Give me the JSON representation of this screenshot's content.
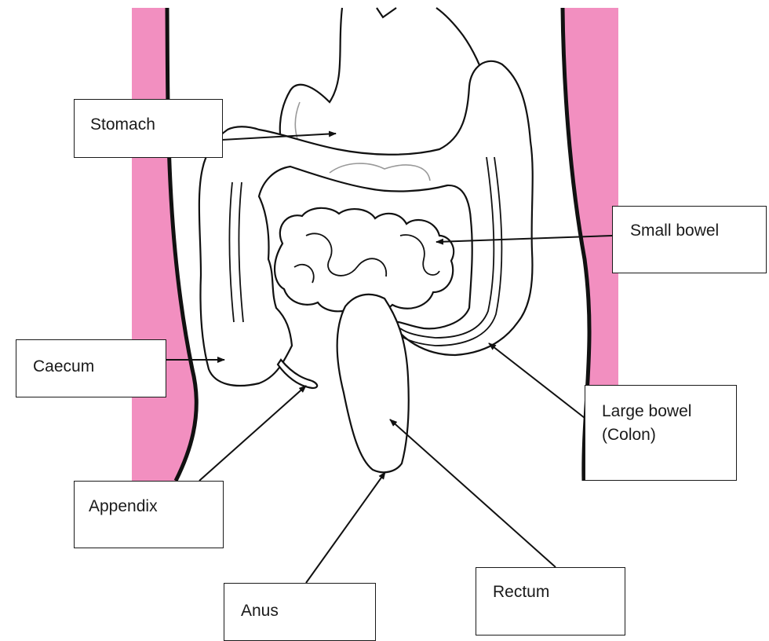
{
  "diagram": {
    "colors": {
      "skin": "#F28FC0",
      "outline": "#111111",
      "inner_line": "#999999"
    },
    "labels": {
      "stomach": "Stomach",
      "small_bowel": "Small bowel",
      "caecum": "Caecum",
      "large_bowel_line1": "Large bowel",
      "large_bowel_line2": "(Colon)",
      "appendix": "Appendix",
      "rectum": "Rectum",
      "anus": "Anus"
    }
  }
}
